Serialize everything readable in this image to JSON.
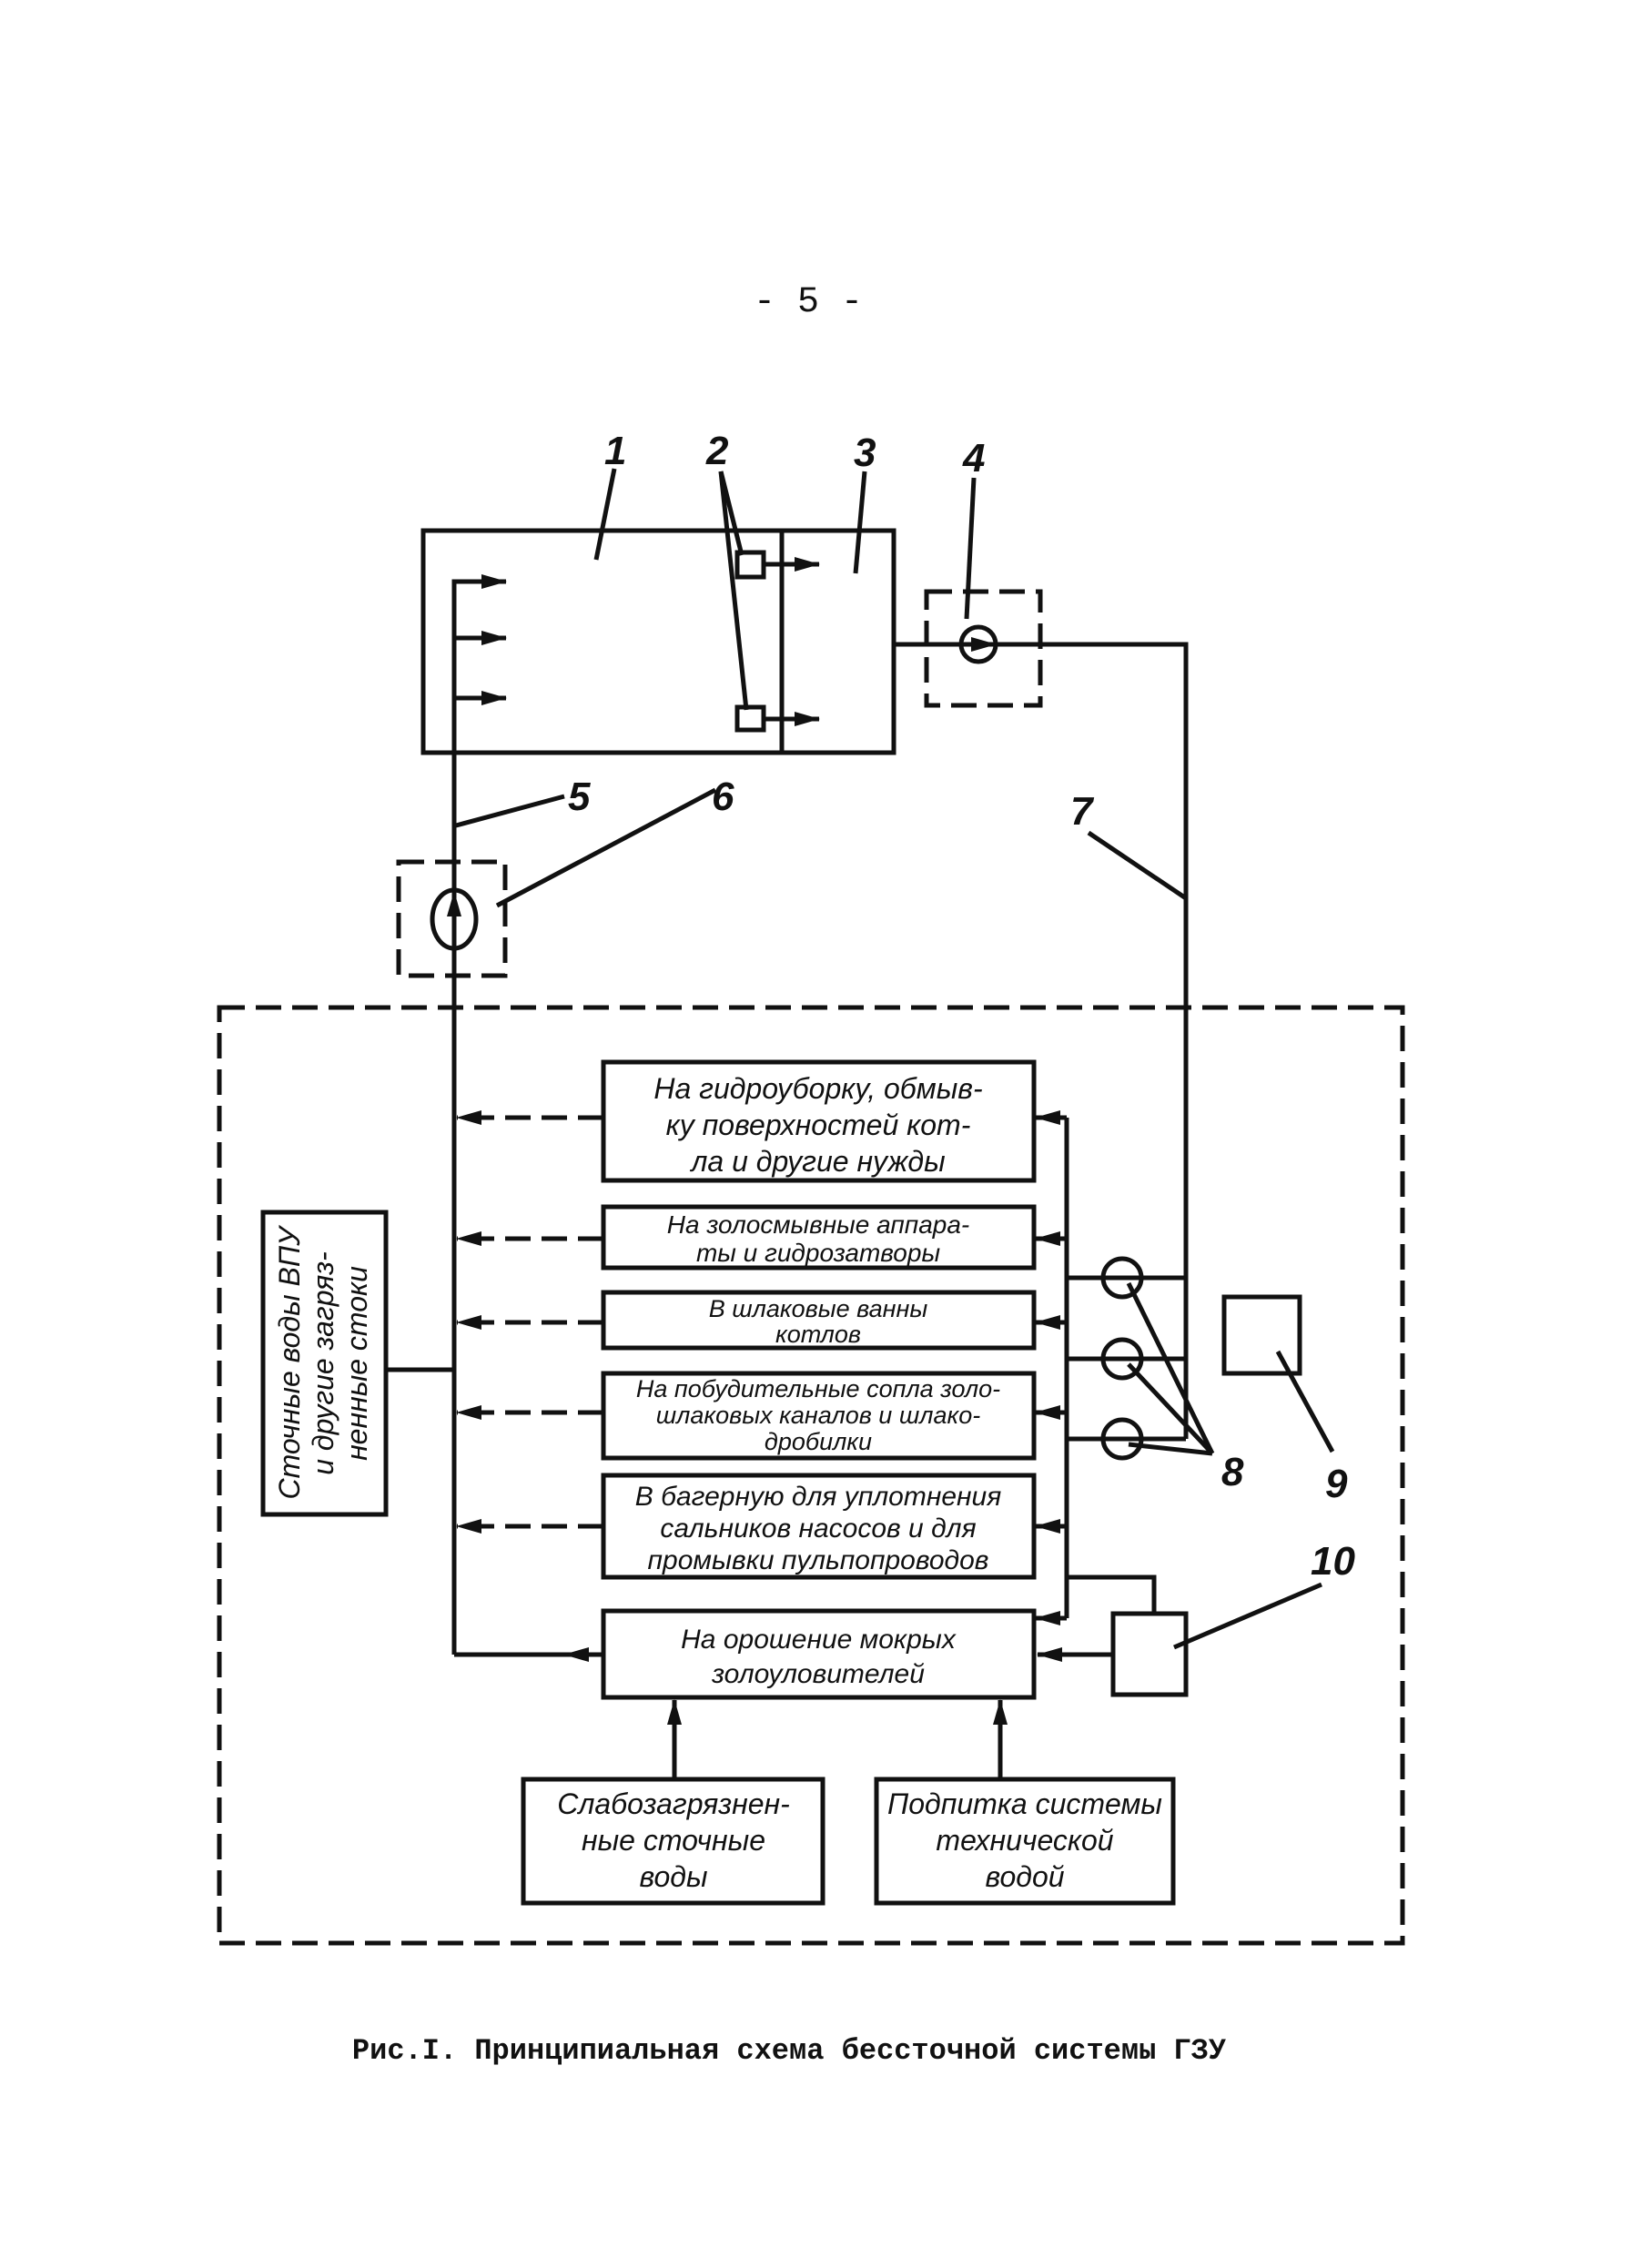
{
  "page_number": "- 5 -",
  "caption": "Рис.I. Принципиальная схема бессточной системы ГЗУ",
  "labels": {
    "l1": "1",
    "l2": "2",
    "l3": "3",
    "l4": "4",
    "l5": "5",
    "l6": "6",
    "l7": "7",
    "l8": "8",
    "l9": "9",
    "l10": "10"
  },
  "left_box": [
    "Сточные воды ВПУ",
    "и другие загряз-",
    "ненные стоки"
  ],
  "consumers": [
    [
      "На гидроуборку, обмыв-",
      "ку поверхностей кот-",
      "ла и другие нужды"
    ],
    [
      "На золосмывные аппара-",
      "ты и гидрозатворы"
    ],
    [
      "В шлаковые ванны",
      "котлов"
    ],
    [
      "На побудительные сопла золо-",
      "шлаковых каналов и шлако-",
      "дробилки"
    ],
    [
      "В багерную для уплотнения",
      "сальников насосов и для",
      "промывки пульпопроводов"
    ],
    [
      "На орошение мокрых",
      "золоуловителей"
    ]
  ],
  "sources": [
    [
      "Слабозагрязнен-",
      "ные сточные",
      "воды"
    ],
    [
      "Подпитка системы",
      "технической",
      "водой"
    ]
  ]
}
